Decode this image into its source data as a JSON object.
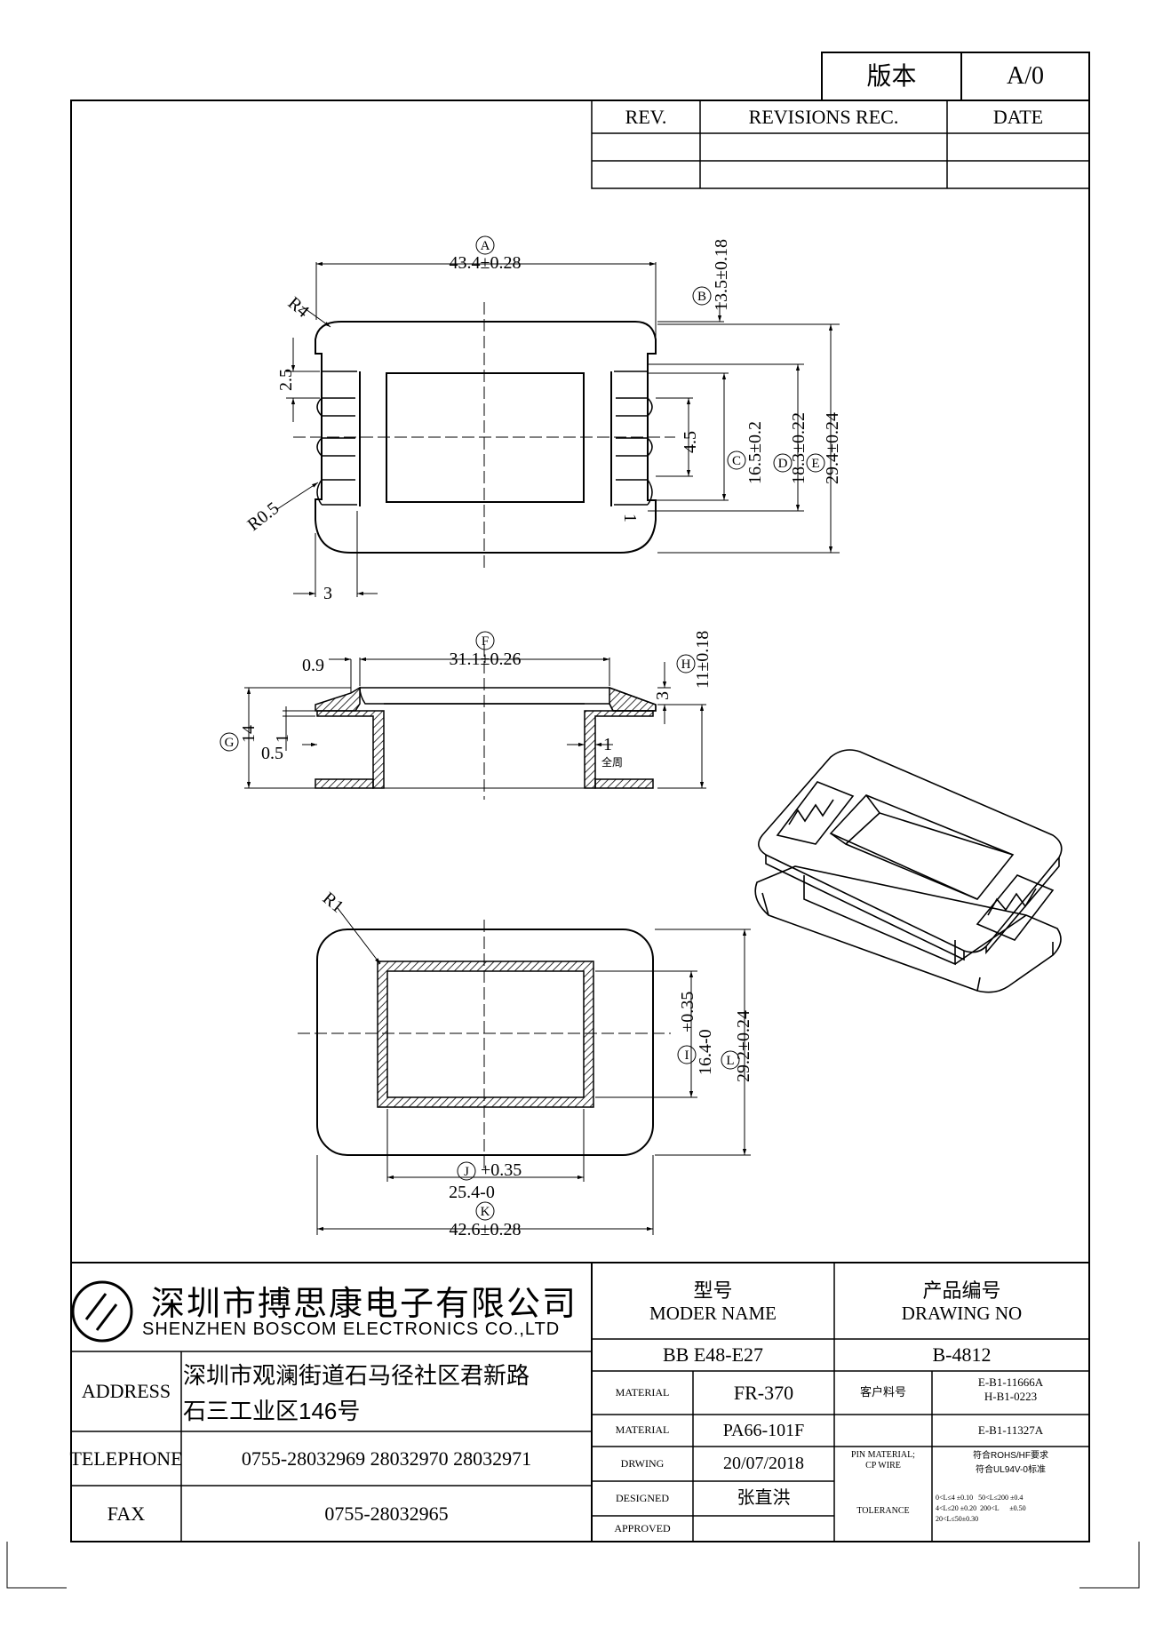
{
  "version": {
    "label": "版本",
    "value": "A/0"
  },
  "revisions": {
    "rev_header": "REV.",
    "rec_header": "REVISIONS REC.",
    "date_header": "DATE"
  },
  "dims": {
    "a": "43.4±0.28",
    "b": "13.5±0.18",
    "c": "16.5±0.2",
    "d": "18.3±0.22",
    "e": "29.4±0.24",
    "r4": "R4",
    "r05": "R0.5",
    "d25": "2.5",
    "d45": "4.5",
    "d3": "3",
    "mark1": "1",
    "f": "31.1±0.26",
    "h": "11±0.18",
    "g": "14",
    "d09": "0.9",
    "d05": "0.5",
    "d1": "1",
    "d1b": "1",
    "d3b": "3",
    "quanzhou": "全周",
    "r1": "R1",
    "i_tol": "+0.35",
    "i_base": "16.4-0",
    "j_tol": "+0.35",
    "j_base": "25.4-0",
    "k": "42.6±0.28",
    "l": "29.2±0.24"
  },
  "balloons": {
    "a": "A",
    "b": "B",
    "c": "C",
    "d": "D",
    "e": "E",
    "f": "F",
    "g": "G",
    "h": "H",
    "i": "I",
    "j": "J",
    "k": "K",
    "l": "L"
  },
  "company": {
    "name_cn": "深圳市搏思康电子有限公司",
    "name_en": "SHENZHEN BOSCOM ELECTRONICS CO.,LTD",
    "address_label": "ADDRESS",
    "address_line1": "深圳市观澜街道石马径社区君新路",
    "address_line2": "石三工业区146号",
    "telephone_label": "TELEPHONE",
    "telephone": "0755-28032969 28032970 28032971",
    "fax_label": "FAX",
    "fax": "0755-28032965"
  },
  "title_block": {
    "model_cn": "型号",
    "model_en": "MODER NAME",
    "drawing_cn": "产品编号",
    "drawing_en": "DRAWING NO",
    "model_value": "BB E48-E27",
    "drawing_value": "B-4812",
    "material_label_1": "MATERIAL",
    "material_value_1": "FR-370",
    "customer_label": "客户料号",
    "customer_value_1": "E-B1-11666A",
    "customer_value_2": "H-B1-0223",
    "material_label_2": "MATERIAL",
    "material_value_2": "PA66-101F",
    "customer_value_3": "E-B1-11327A",
    "drwing_label": "DRWING",
    "drwing_value": "20/07/2018",
    "pin_label_1": "PIN MATERIAL;",
    "pin_label_2": "CP WIRE",
    "pin_value_1": "符合ROHS/HF要求",
    "pin_value_2": "符合UL94V-0标准",
    "designed_label": "DESIGNED",
    "designed_value": "张直洪",
    "approved_label": "APPROVED",
    "tolerance_label": "TOLERANCE",
    "tol_line1": "0<L≤4 ±0.10   50<L≤200 ±0.4",
    "tol_line2": "4<L≤20 ±0.20  200<L      ±0.50",
    "tol_line3": "20<L≤50±0.30"
  }
}
